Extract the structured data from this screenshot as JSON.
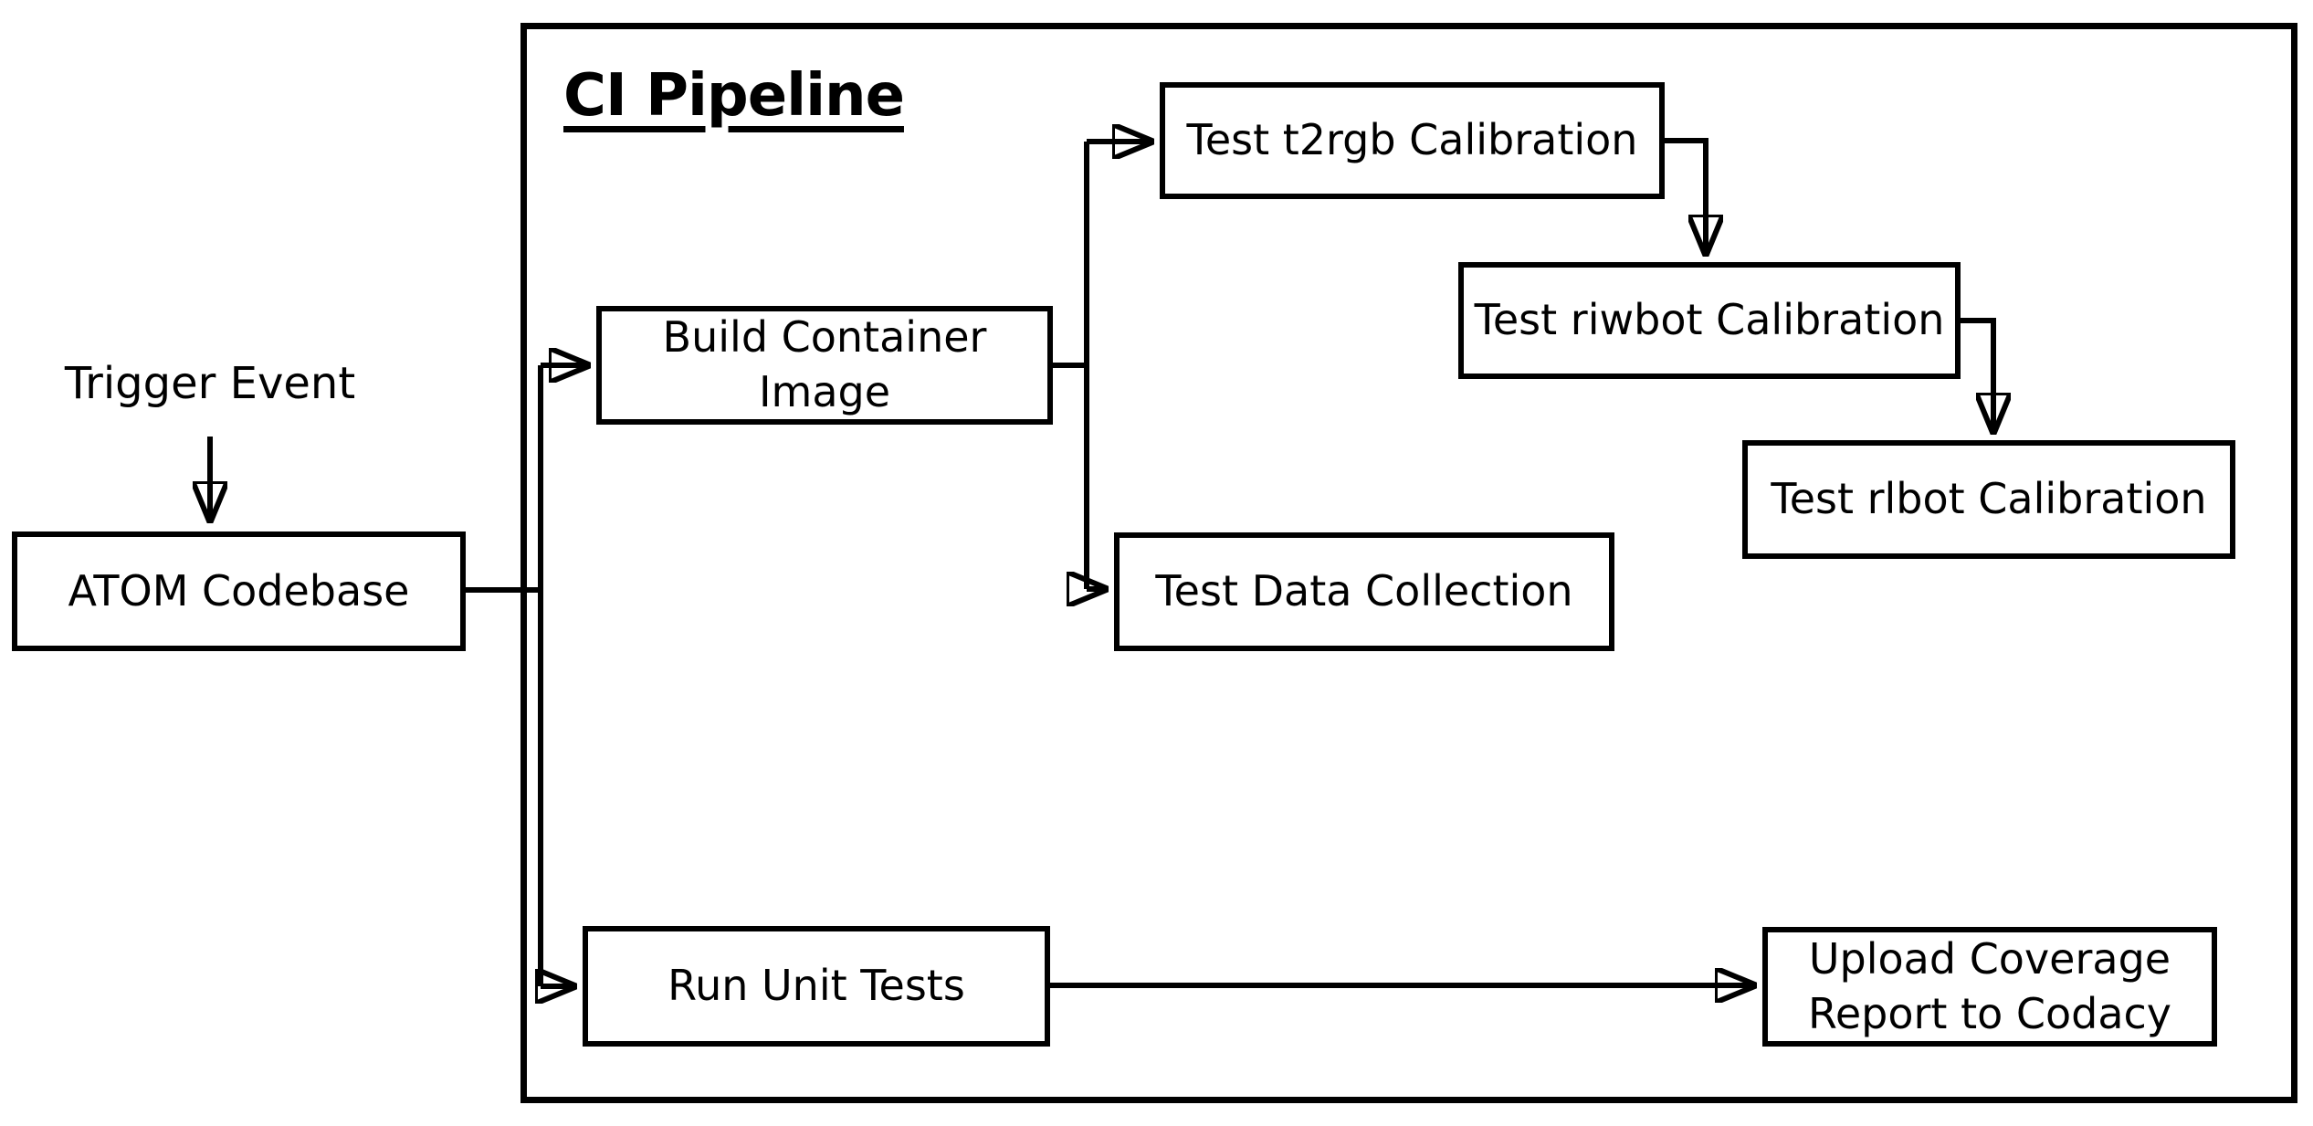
{
  "diagram": {
    "colors": {
      "background": "#ffffff",
      "stroke": "#000000",
      "text": "#000000"
    },
    "container_title": "CI Pipeline",
    "external": {
      "trigger_label": "Trigger Event",
      "codebase_label": "ATOM Codebase"
    },
    "nodes": {
      "build": "Build Container Image",
      "t2rgb": "Test t2rgb Calibration",
      "riwbot": "Test riwbot Calibration",
      "rlbot": "Test rlbot Calibration",
      "data_collection": "Test Data Collection",
      "unit_tests": "Run Unit Tests",
      "upload_coverage": "Upload Coverage Report to Codacy"
    },
    "edges": [
      {
        "from": "trigger-event",
        "to": "atom-codebase"
      },
      {
        "from": "atom-codebase",
        "to": "build-container-image"
      },
      {
        "from": "atom-codebase",
        "to": "run-unit-tests"
      },
      {
        "from": "build-container-image",
        "to": "test-t2rgb-calibration"
      },
      {
        "from": "build-container-image",
        "to": "test-data-collection"
      },
      {
        "from": "test-t2rgb-calibration",
        "to": "test-riwbot-calibration"
      },
      {
        "from": "test-riwbot-calibration",
        "to": "test-rlbot-calibration"
      },
      {
        "from": "run-unit-tests",
        "to": "upload-coverage-report"
      }
    ]
  }
}
